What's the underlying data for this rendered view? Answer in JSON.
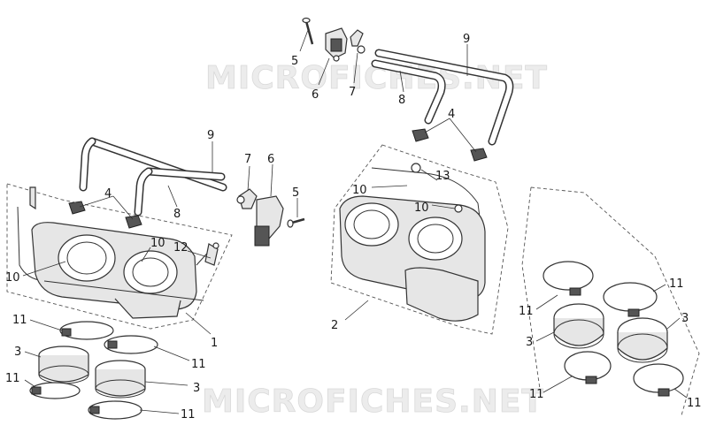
{
  "watermark": {
    "top": "MICROFICHES.NET",
    "bottom": "MICROFICHES.NET"
  },
  "callouts": [
    {
      "id": "c1",
      "text": "1"
    },
    {
      "id": "c2",
      "text": "2"
    },
    {
      "id": "c3a",
      "text": "3"
    },
    {
      "id": "c3b",
      "text": "3"
    },
    {
      "id": "c3c",
      "text": "3"
    },
    {
      "id": "c3d",
      "text": "3"
    },
    {
      "id": "c4a",
      "text": "4"
    },
    {
      "id": "c4b",
      "text": "4"
    },
    {
      "id": "c5a",
      "text": "5"
    },
    {
      "id": "c5b",
      "text": "5"
    },
    {
      "id": "c6a",
      "text": "6"
    },
    {
      "id": "c6b",
      "text": "6"
    },
    {
      "id": "c7a",
      "text": "7"
    },
    {
      "id": "c7b",
      "text": "7"
    },
    {
      "id": "c8a",
      "text": "8"
    },
    {
      "id": "c8b",
      "text": "8"
    },
    {
      "id": "c9a",
      "text": "9"
    },
    {
      "id": "c9b",
      "text": "9"
    },
    {
      "id": "c10a",
      "text": "10"
    },
    {
      "id": "c10b",
      "text": "10"
    },
    {
      "id": "c10c",
      "text": "10"
    },
    {
      "id": "c10d",
      "text": "10"
    },
    {
      "id": "c11a",
      "text": "11"
    },
    {
      "id": "c11b",
      "text": "11"
    },
    {
      "id": "c11c",
      "text": "11"
    },
    {
      "id": "c11d",
      "text": "11"
    },
    {
      "id": "c11e",
      "text": "11"
    },
    {
      "id": "c11f",
      "text": "11"
    },
    {
      "id": "c11g",
      "text": "11"
    },
    {
      "id": "c11h",
      "text": "11"
    },
    {
      "id": "c12",
      "text": "12"
    },
    {
      "id": "c13",
      "text": "13"
    }
  ]
}
